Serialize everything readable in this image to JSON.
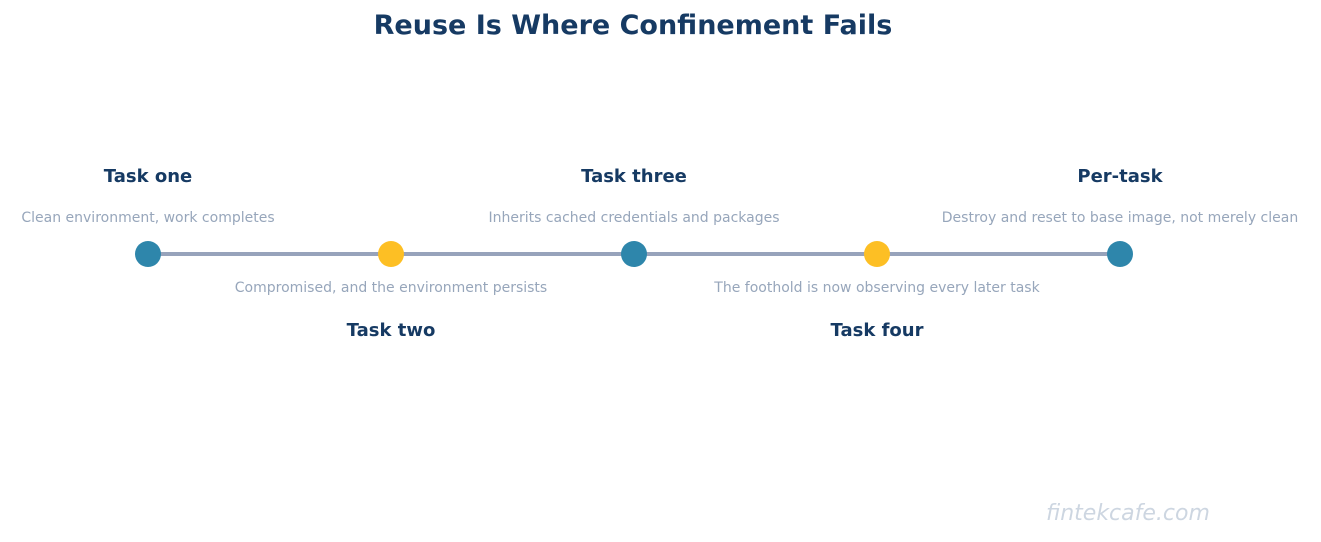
{
  "title": "Reuse Is Where Confinement Fails",
  "colors": {
    "title": "#163a63",
    "line": "#97a3bb",
    "node_blue": "#2e86ab",
    "node_yellow": "#fdbf24",
    "description": "#97a6bb",
    "watermark": "#cdd6e1"
  },
  "steps": [
    {
      "label": "Task one",
      "description": "Clean environment, work completes",
      "position": "above",
      "node_color": "blue"
    },
    {
      "label": "Task two",
      "description": "Compromised, and the environment persists",
      "position": "below",
      "node_color": "yellow"
    },
    {
      "label": "Task three",
      "description": "Inherits cached credentials and packages",
      "position": "above",
      "node_color": "blue"
    },
    {
      "label": "Task four",
      "description": "The foothold is now observing every later task",
      "position": "below",
      "node_color": "yellow"
    },
    {
      "label": "Per-task",
      "description": "Destroy and reset to base image, not merely clean",
      "position": "above",
      "node_color": "blue"
    }
  ],
  "watermark": "fintekcafe.com"
}
